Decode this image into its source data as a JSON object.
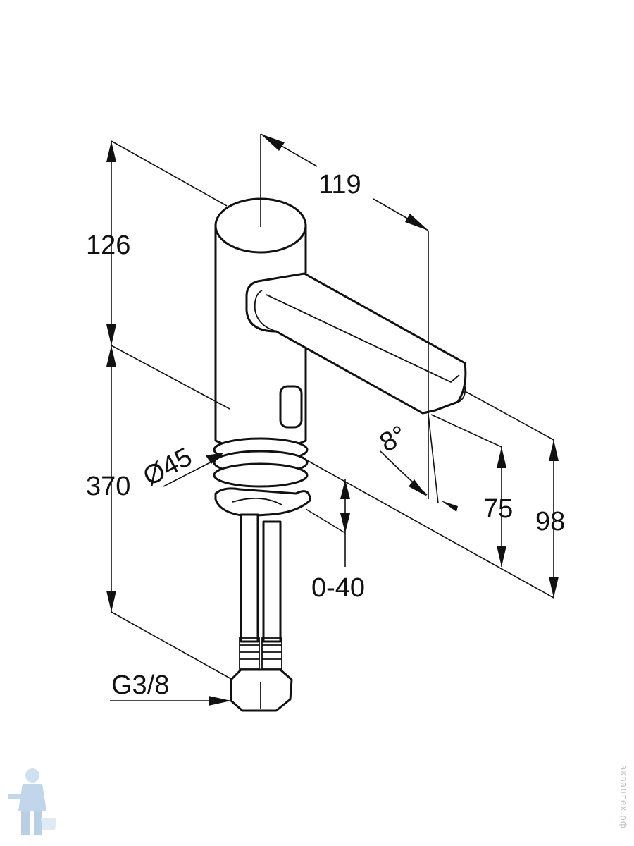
{
  "diagram": {
    "dimensions": {
      "height_total": "126",
      "spout_reach": "119",
      "body_height": "370",
      "diameter": "Ø45",
      "spout_angle": "8°",
      "spout_height": "75",
      "overall_height": "98",
      "deck_thickness": "0-40",
      "connection": "G3/8"
    }
  },
  "watermark": {
    "text": "аквантех.рф",
    "logo_icon": "plumber-logo-icon",
    "color": "#b9c4cc"
  },
  "colors": {
    "line": "#111111",
    "background": "#ffffff"
  }
}
